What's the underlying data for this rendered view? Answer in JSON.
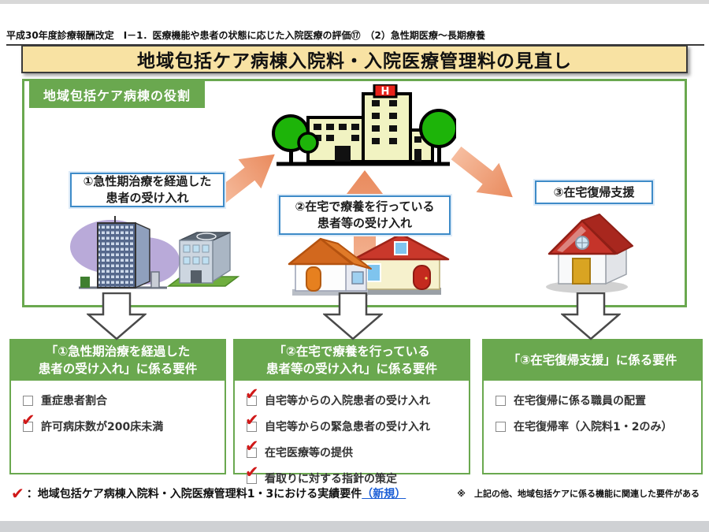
{
  "page": {
    "breadcrumb": "平成30年度診療報酬改定　Ⅰ－1．医療機能や患者の状態に応じた入院医療の評価⑰　（2）急性期医療～長期療養",
    "title": "地域包括ケア病棟入院料・入院医療管理料の見直し"
  },
  "diagram": {
    "section_label": "地域包括ケア病棟の役割",
    "roles": {
      "role1": {
        "line1": "①急性期治療を経過した",
        "line2": "患者の受け入れ"
      },
      "role2": {
        "line1": "②在宅で療養を行っている",
        "line2": "患者等の受け入れ"
      },
      "role3": {
        "line1": "③在宅復帰支援"
      }
    }
  },
  "requirements": [
    {
      "header_line1": "「①急性期治療を経過した",
      "header_line2": "患者の受け入れ」に係る要件",
      "items": [
        {
          "label": "重症患者割合",
          "checked": false
        },
        {
          "label": "許可病床数が200床未満",
          "checked": true
        }
      ]
    },
    {
      "header_line1": "「②在宅で療養を行っている",
      "header_line2": "患者等の受け入れ」に係る要件",
      "items": [
        {
          "label": "自宅等からの入院患者の受け入れ",
          "checked": true
        },
        {
          "label": "自宅等からの緊急患者の受け入れ",
          "checked": true
        },
        {
          "label": "在宅医療等の提供",
          "checked": true
        },
        {
          "label": "看取りに対する指針の策定",
          "checked": true
        }
      ]
    },
    {
      "header_line1": "「③在宅復帰支援」に係る要件",
      "header_line2": "",
      "items": [
        {
          "label": "在宅復帰に係る職員の配置",
          "checked": false
        },
        {
          "label": "在宅復帰率（入院料1・2のみ）",
          "checked": false
        }
      ]
    }
  ],
  "footer": {
    "legend_text": "：地域包括ケア病棟入院料・入院医療管理料1・3における実績要件",
    "legend_new": "（新規）",
    "note": "※　上記の他、地域包括ケアに係る機能に関連した要件がある"
  },
  "icons": {
    "check": "✔",
    "hospital": "hospital-building-illustration",
    "city": "city-buildings-illustration",
    "houses": "residential-houses-illustration",
    "home": "red-roof-home-illustration"
  },
  "colors": {
    "green": "#6aa84f",
    "banner_bg": "#f8e2a3",
    "label_border": "#3e8bc8",
    "arrow_salmon": "#eb9468",
    "check_red": "#d01818"
  }
}
